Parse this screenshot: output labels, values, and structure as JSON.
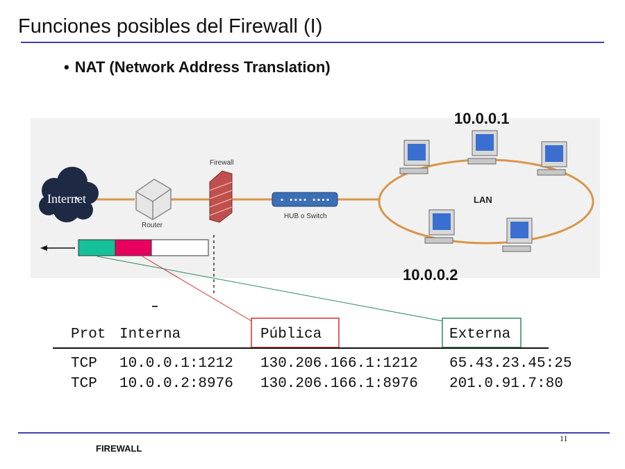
{
  "slide": {
    "title": "Funciones posibles del Firewall (I)",
    "bullet": "NAT (Network Address Translation)",
    "footer": "FIREWALL",
    "page_number": "11"
  },
  "diagram": {
    "internet_label": "Internet",
    "router_label": "Router",
    "firewall_label": "Firewall",
    "switch_label": "HUB o Switch",
    "lan_label": "LAN",
    "ip_top": "10.0.0.1",
    "ip_bottom": "10.0.0.2",
    "colors": {
      "link": "#d9964a",
      "cloud": "#1e2a44",
      "packet_green": "#16c09a",
      "packet_pink": "#e8005f",
      "box_red": "#d92b2b",
      "box_green": "#2e8b57",
      "accent_blue": "#3f3fb0"
    }
  },
  "nat_table": {
    "headers": [
      "Prot",
      "Interna",
      "Pública",
      "Externa"
    ],
    "rows": [
      [
        "TCP",
        "10.0.0.1:1212",
        "130.206.166.1:1212",
        "65.43.23.45:25"
      ],
      [
        "TCP",
        "10.0.0.2:8976",
        "130.206.166.1:8976",
        "201.0.91.7:80"
      ]
    ]
  }
}
